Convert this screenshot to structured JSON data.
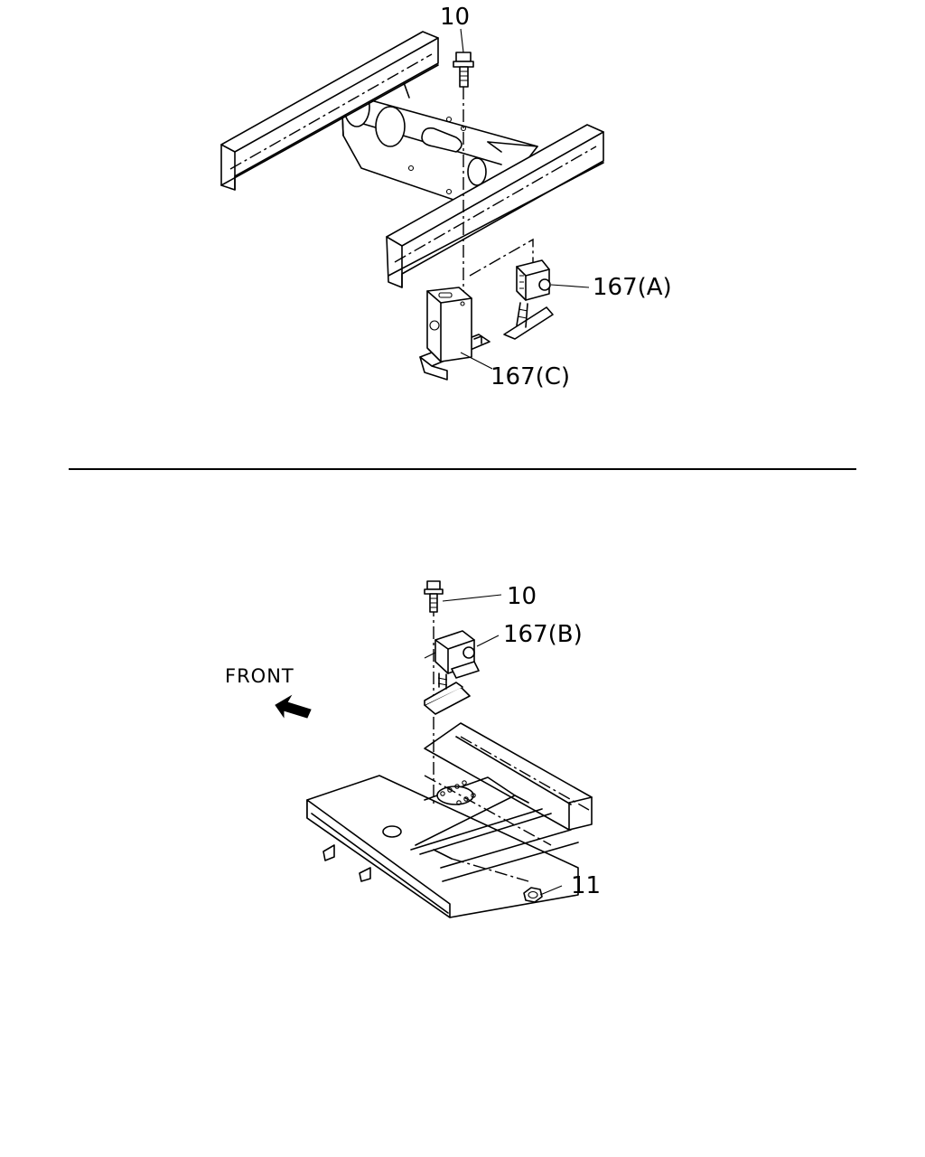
{
  "top_view": {
    "callouts": [
      {
        "id": "bolt",
        "text": "10"
      },
      {
        "id": "part-a",
        "text": "167(A)"
      },
      {
        "id": "part-c",
        "text": "167(C)"
      }
    ]
  },
  "bottom_view": {
    "direction_label": "FRONT",
    "callouts": [
      {
        "id": "bolt",
        "text": "10"
      },
      {
        "id": "part-b",
        "text": "167(B)"
      },
      {
        "id": "nut",
        "text": "11"
      }
    ]
  },
  "icons": [
    "front-arrow-icon"
  ],
  "colors": {
    "line": "#000000",
    "background": "#ffffff"
  }
}
